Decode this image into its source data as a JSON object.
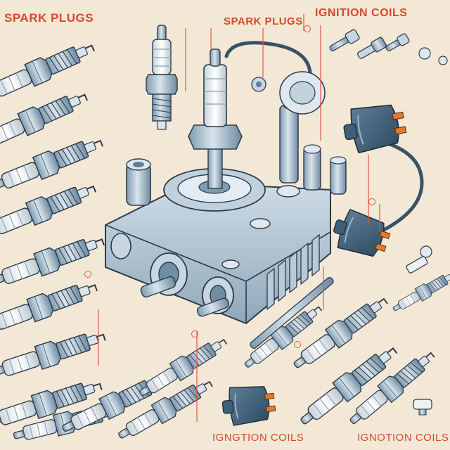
{
  "labels": {
    "spark_plugs_top_left": "SPARK PLUGS",
    "spark_plugs_top_center": "SPARK PLUGS",
    "ignition_coils_top_right": "IGNITION COILS",
    "ignition_coils_bottom_center": "IGNGTION COILS",
    "ignition_coils_bottom_right": "IGNOTION COILS"
  },
  "colors": {
    "background": "#f3e8d6",
    "label_red": "#d9472b",
    "leader_line": "#e2563c",
    "outline": "#2c3a4a",
    "steel_blue": "#9fb6c8",
    "steel_light": "#d4e0e8",
    "ceramic": "#eef1f2",
    "steel_dark": "#5f7d93",
    "coil_body": "#3f5f78",
    "copper": "#e07a2e"
  }
}
